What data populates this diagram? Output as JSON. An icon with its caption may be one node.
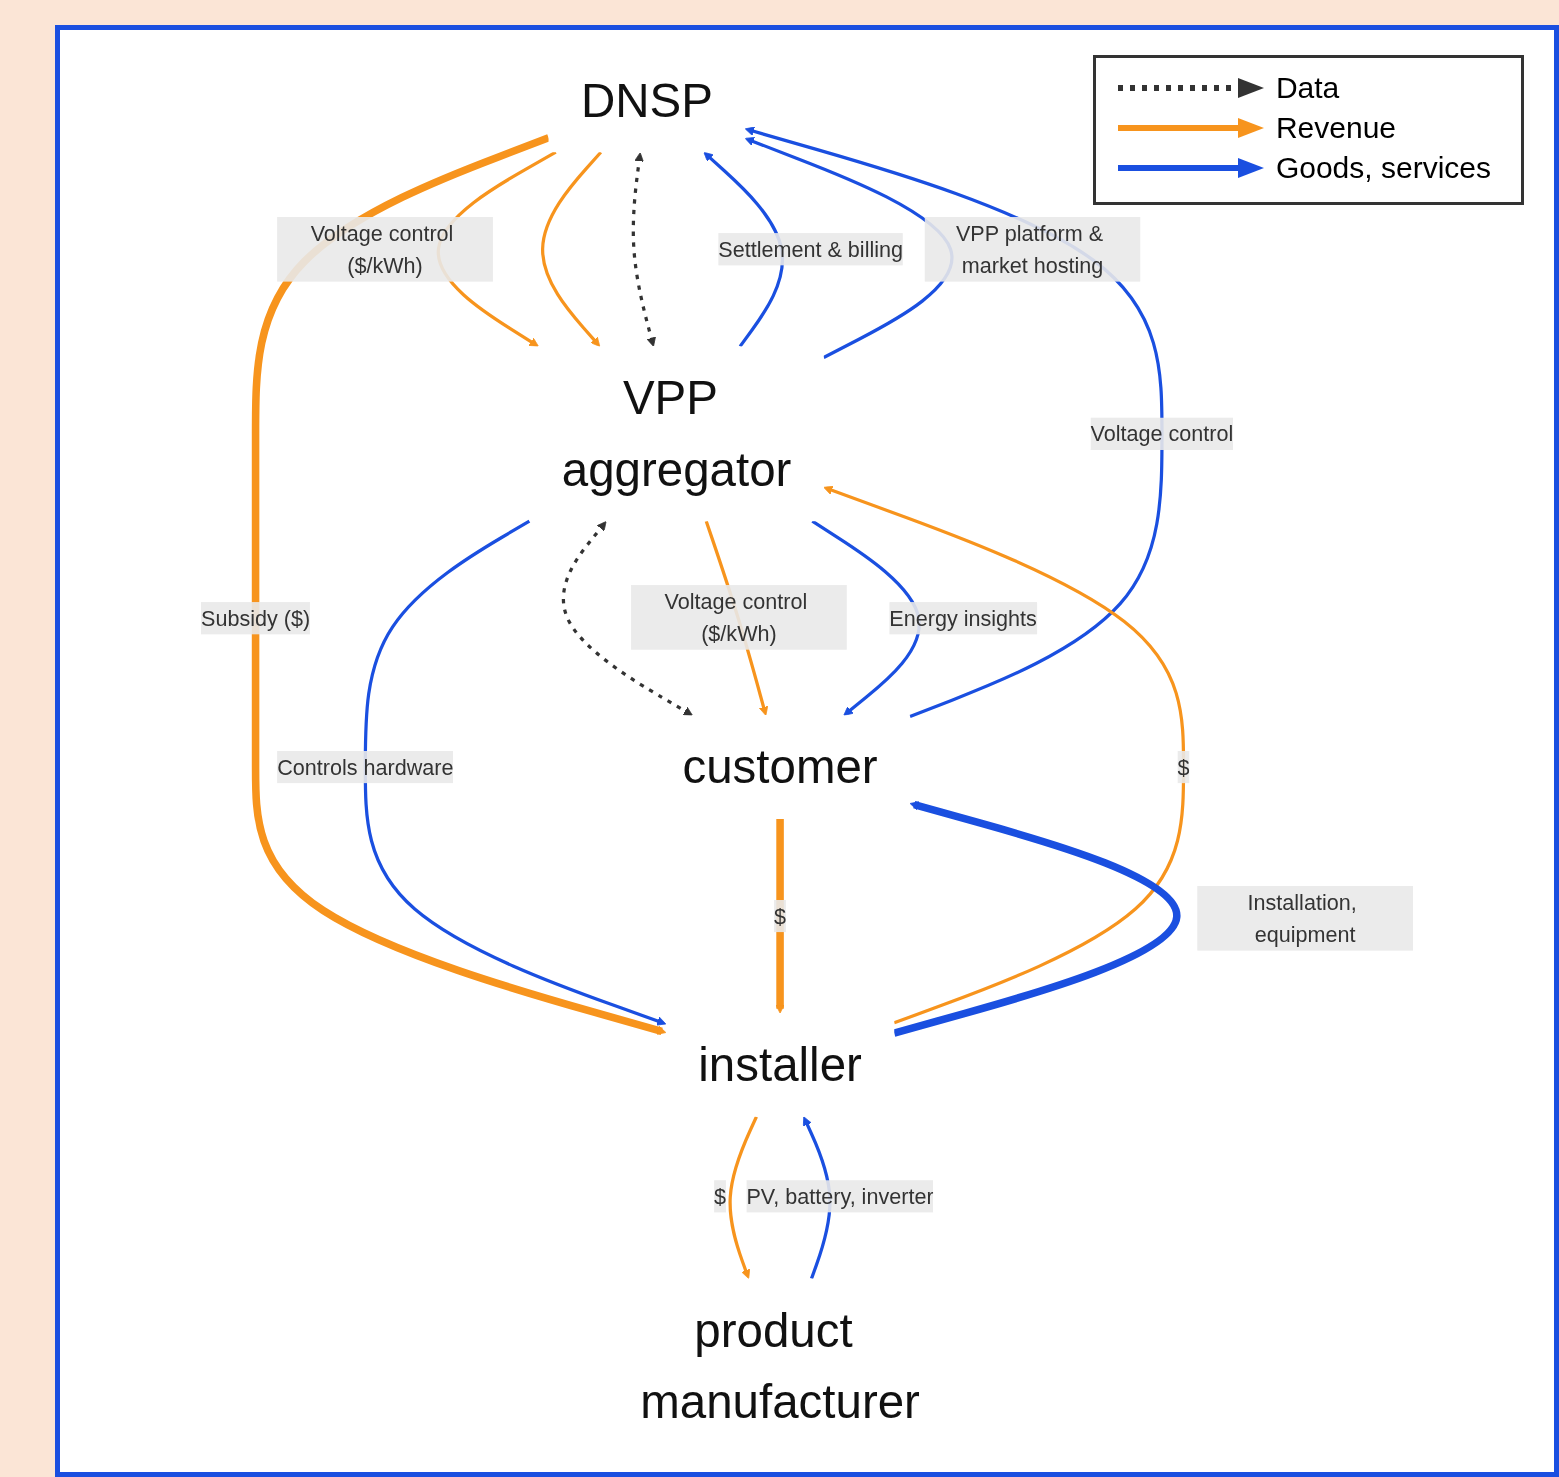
{
  "diagram": {
    "nodes": [
      {
        "text": [
          "DNSP"
        ]
      },
      {
        "text": [
          "VPP aggregator"
        ]
      },
      {
        "text": [
          "product manufacturer"
        ]
      },
      {
        "text": [
          "customer"
        ]
      },
      {
        "text": [
          "installer"
        ]
      }
    ],
    "edges": [
      {
        "from": 0,
        "to": 1,
        "arrow": "to",
        "label": "Voltage control ($/kWh)",
        "color": "#f7941d"
      },
      {
        "from": 0,
        "to": 4,
        "arrow": "to",
        "label": "Subsidy ($)",
        "style": "thick",
        "color": "#f7941d"
      },
      {
        "from": 1,
        "to": 0,
        "arrow": "to",
        "label": "Settlement & billing",
        "color": "#1a4fe0"
      },
      {
        "from": 0,
        "to": 1,
        "arrow": "to",
        "color": "#f7941d"
      },
      {
        "from": 1,
        "to": 0,
        "arrow": "to",
        "label": "VPP platform & market hosting",
        "color": "#1a4fe0"
      },
      {
        "from": 0,
        "to": 1,
        "arrow": "both",
        "style": "dashed",
        "color": "#333333"
      },
      {
        "from": 3,
        "to": 0,
        "arrow": "to",
        "label": "Voltage control",
        "color": "#1a4fe0"
      },
      {
        "from": 1,
        "to": 3,
        "arrow": "both",
        "style": "dashed",
        "color": "#333333"
      },
      {
        "from": 1,
        "to": 3,
        "arrow": "to",
        "label": "Voltage control ($/kWh)",
        "color": "#f7941d"
      },
      {
        "from": 1,
        "to": 3,
        "arrow": "to",
        "label": "Energy insights",
        "color": "#1a4fe0"
      },
      {
        "from": 1,
        "to": 4,
        "arrow": "to",
        "label": "Controls hardware",
        "color": "#1a4fe0"
      },
      {
        "from": 4,
        "to": 1,
        "arrow": "to",
        "label": "$",
        "color": "#f7941d"
      },
      {
        "from": 2,
        "to": 4,
        "arrow": "to",
        "label": "PV, battery, inverter",
        "color": "#1a4fe0"
      },
      {
        "from": 4,
        "to": 2,
        "arrow": "to",
        "label": "$",
        "color": "#f7941d"
      },
      {
        "from": 3,
        "to": 4,
        "arrow": "to",
        "label": "$",
        "style": "thick",
        "color": "#f7941d"
      },
      {
        "from": 4,
        "to": 3,
        "arrow": "to",
        "label": "Installation, equipment",
        "style": "thick",
        "color": "#1a4fe0"
      }
    ],
    "legend": [
      {
        "text": "Data"
      },
      {
        "text": "Revenue"
      },
      {
        "text": "Goods, services"
      }
    ]
  }
}
